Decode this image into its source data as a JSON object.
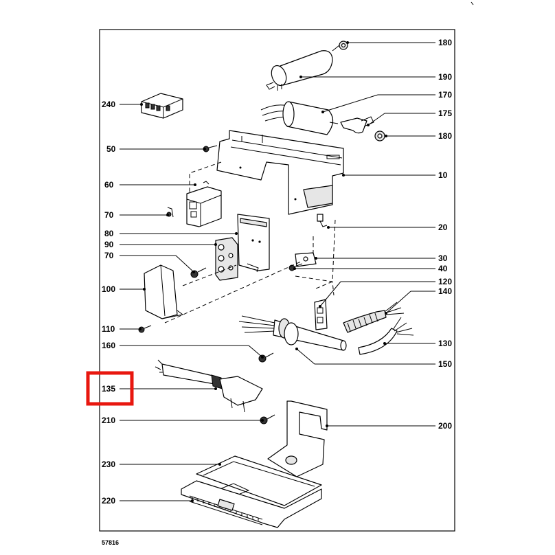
{
  "diagram": {
    "figure_number": "57816",
    "highlight_color": "#e8170f",
    "highlighted_part": "135",
    "labels": {
      "l180a": "180",
      "l190": "190",
      "l240": "240",
      "l170": "170",
      "l175": "175",
      "l180b": "180",
      "l50": "50",
      "l10": "10",
      "l60": "60",
      "l70a": "70",
      "l20": "20",
      "l80": "80",
      "l90": "90",
      "l30": "30",
      "l70b": "70",
      "l40": "40",
      "l100": "100",
      "l120": "120",
      "l140": "140",
      "l110": "110",
      "l130": "130",
      "l160": "160",
      "l150": "150",
      "l135": "135",
      "l210": "210",
      "l200": "200",
      "l230": "230",
      "l220": "220"
    }
  }
}
